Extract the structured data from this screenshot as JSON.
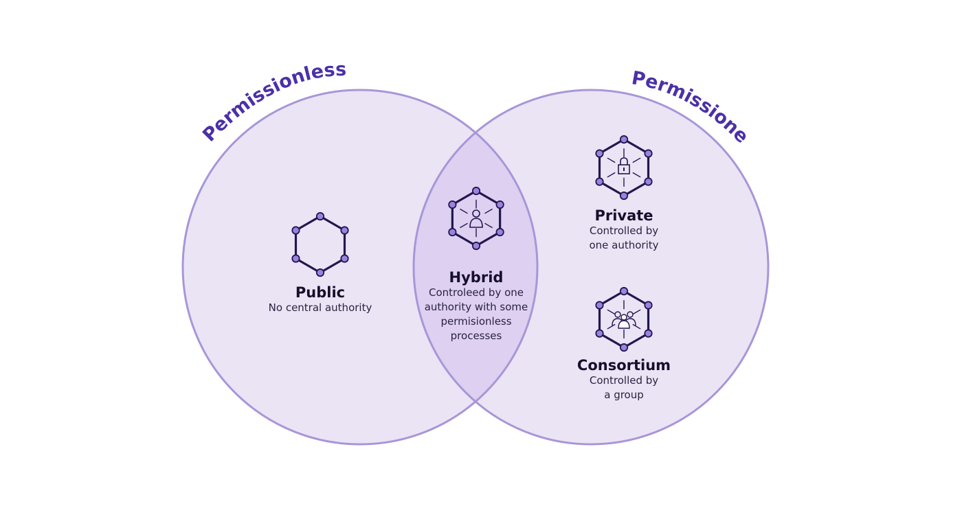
{
  "colors": {
    "circle_fill": "#ebe4f5",
    "overlap_fill": "#ddd0f0",
    "circle_stroke": "#a896d8",
    "accent_text": "#4b30a8",
    "node_fill": "#9b82e0",
    "hex_stroke": "#22174f"
  },
  "groups": {
    "left": {
      "title": "Permissionless"
    },
    "right": {
      "title": "Permissioned"
    }
  },
  "items": {
    "public": {
      "name": "Public",
      "description": "No central authority",
      "icon": "network-hexagon-icon"
    },
    "hybrid": {
      "name": "Hybrid",
      "description_lines": [
        "Controleed by one",
        "authority with some",
        "permisionless",
        "processes"
      ],
      "icon": "network-person-icon"
    },
    "private": {
      "name": "Private",
      "description_lines": [
        "Controlled by",
        "one authority"
      ],
      "icon": "network-lock-icon"
    },
    "consortium": {
      "name": "Consortium",
      "description_lines": [
        "Controlled by",
        "a group"
      ],
      "icon": "network-group-icon"
    }
  }
}
